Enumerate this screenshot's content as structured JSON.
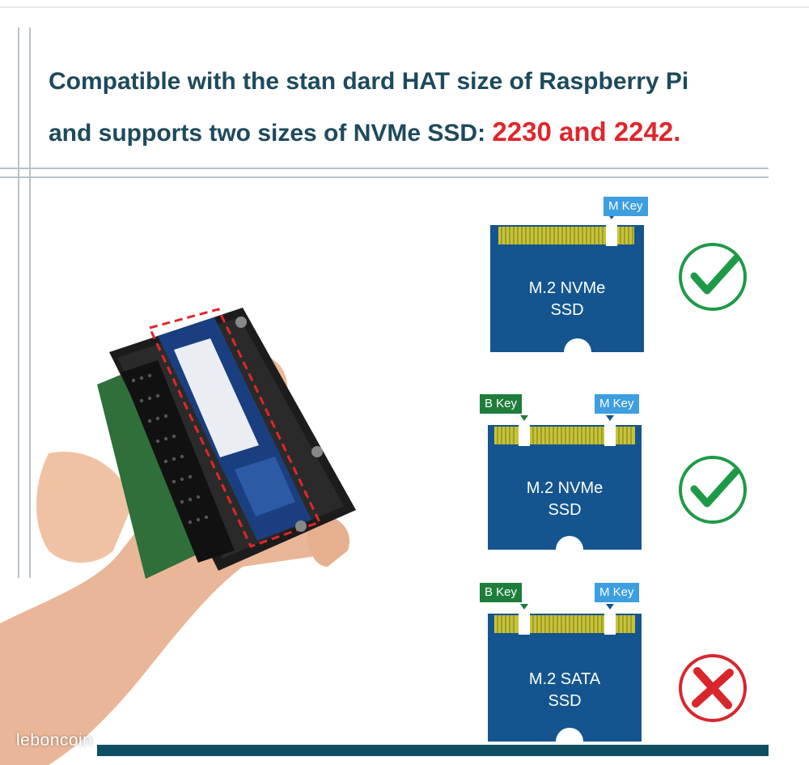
{
  "headline": {
    "line1": "Compatible with the stan dard HAT size of Raspberry Pi",
    "line2_prefix": "and supports two sizes of NVMe SSD: ",
    "line2_highlight": "2230 and 2242."
  },
  "cards": [
    {
      "keys": [
        "M Key"
      ],
      "label_line1": "M.2 NVMe",
      "label_line2": "SSD",
      "compatible": true
    },
    {
      "keys": [
        "B Key",
        "M Key"
      ],
      "label_line1": "M.2 NVMe",
      "label_line2": "SSD",
      "compatible": true
    },
    {
      "keys": [
        "B Key",
        "M Key"
      ],
      "label_line1": "M.2 SATA",
      "label_line2": "SSD",
      "compatible": false
    }
  ],
  "watermark": "leboncoin",
  "colors": {
    "headline": "#1d4a5c",
    "highlight": "#e0262b",
    "card_blue": "#14558f",
    "contact_yellow": "#c8c23a",
    "check_green": "#1e9a47",
    "cross_red": "#d9262b",
    "m_key": "#3d9ee0",
    "b_key": "#1e7d3b",
    "bottom_bar": "#0f4f63"
  },
  "icons": [
    "check-circle-icon",
    "check-circle-icon",
    "cross-circle-icon"
  ]
}
